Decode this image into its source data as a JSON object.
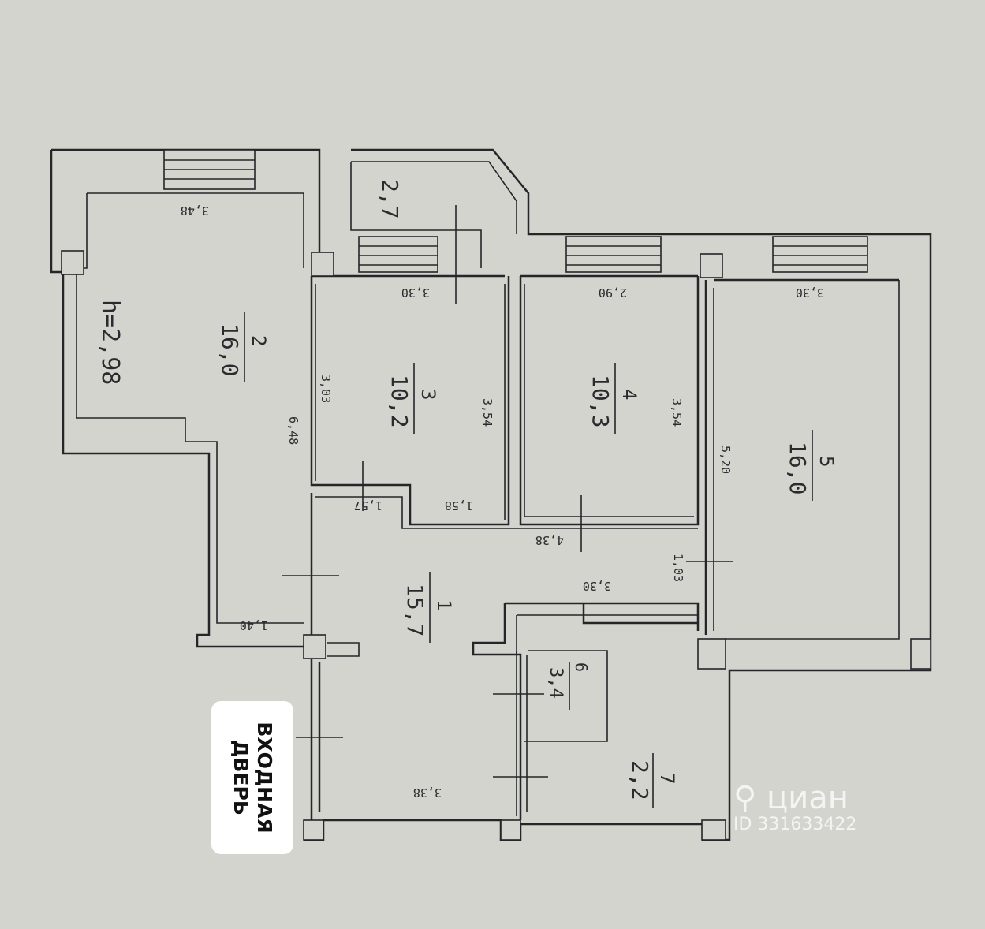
{
  "plan": {
    "ceiling_height": "h=2,98",
    "rooms": [
      {
        "number": "1",
        "area": "15,7"
      },
      {
        "number": "2",
        "area": "16,0"
      },
      {
        "number": "3",
        "area": "10,2"
      },
      {
        "number": "4",
        "area": "10,3"
      },
      {
        "number": "5",
        "area": "16,0"
      },
      {
        "number": "6",
        "area": "3,4"
      },
      {
        "number": "7",
        "area": "2,2"
      },
      {
        "number": "",
        "area": "2,7"
      }
    ],
    "dimensions": {
      "room2_top": "3,48",
      "room2_right": "6,48",
      "room2_bottom": "1,40",
      "room3_top": "3,30",
      "room3_left": "3,03",
      "room3_right": "3,54",
      "room3_bottom_left": "1,57",
      "room3_bottom_right": "1,58",
      "room4_top": "2,90",
      "room4_right": "3,54",
      "room5_top": "3,30",
      "room5_left": "5,20",
      "corridor_top": "4,38",
      "corridor_right": "1,03",
      "corridor_mid": "3,30",
      "hall_bottom": "3,38"
    }
  },
  "door_label": {
    "line1": "ВХОДНАЯ",
    "line2": "ДВЕРЬ"
  },
  "watermark": {
    "brand": "циан",
    "id": "ID 331633422"
  },
  "colors": {
    "paper": "#d3d4cd",
    "ink": "#24262a"
  },
  "icons": {
    "watermark_logo": "map-pin-icon"
  }
}
